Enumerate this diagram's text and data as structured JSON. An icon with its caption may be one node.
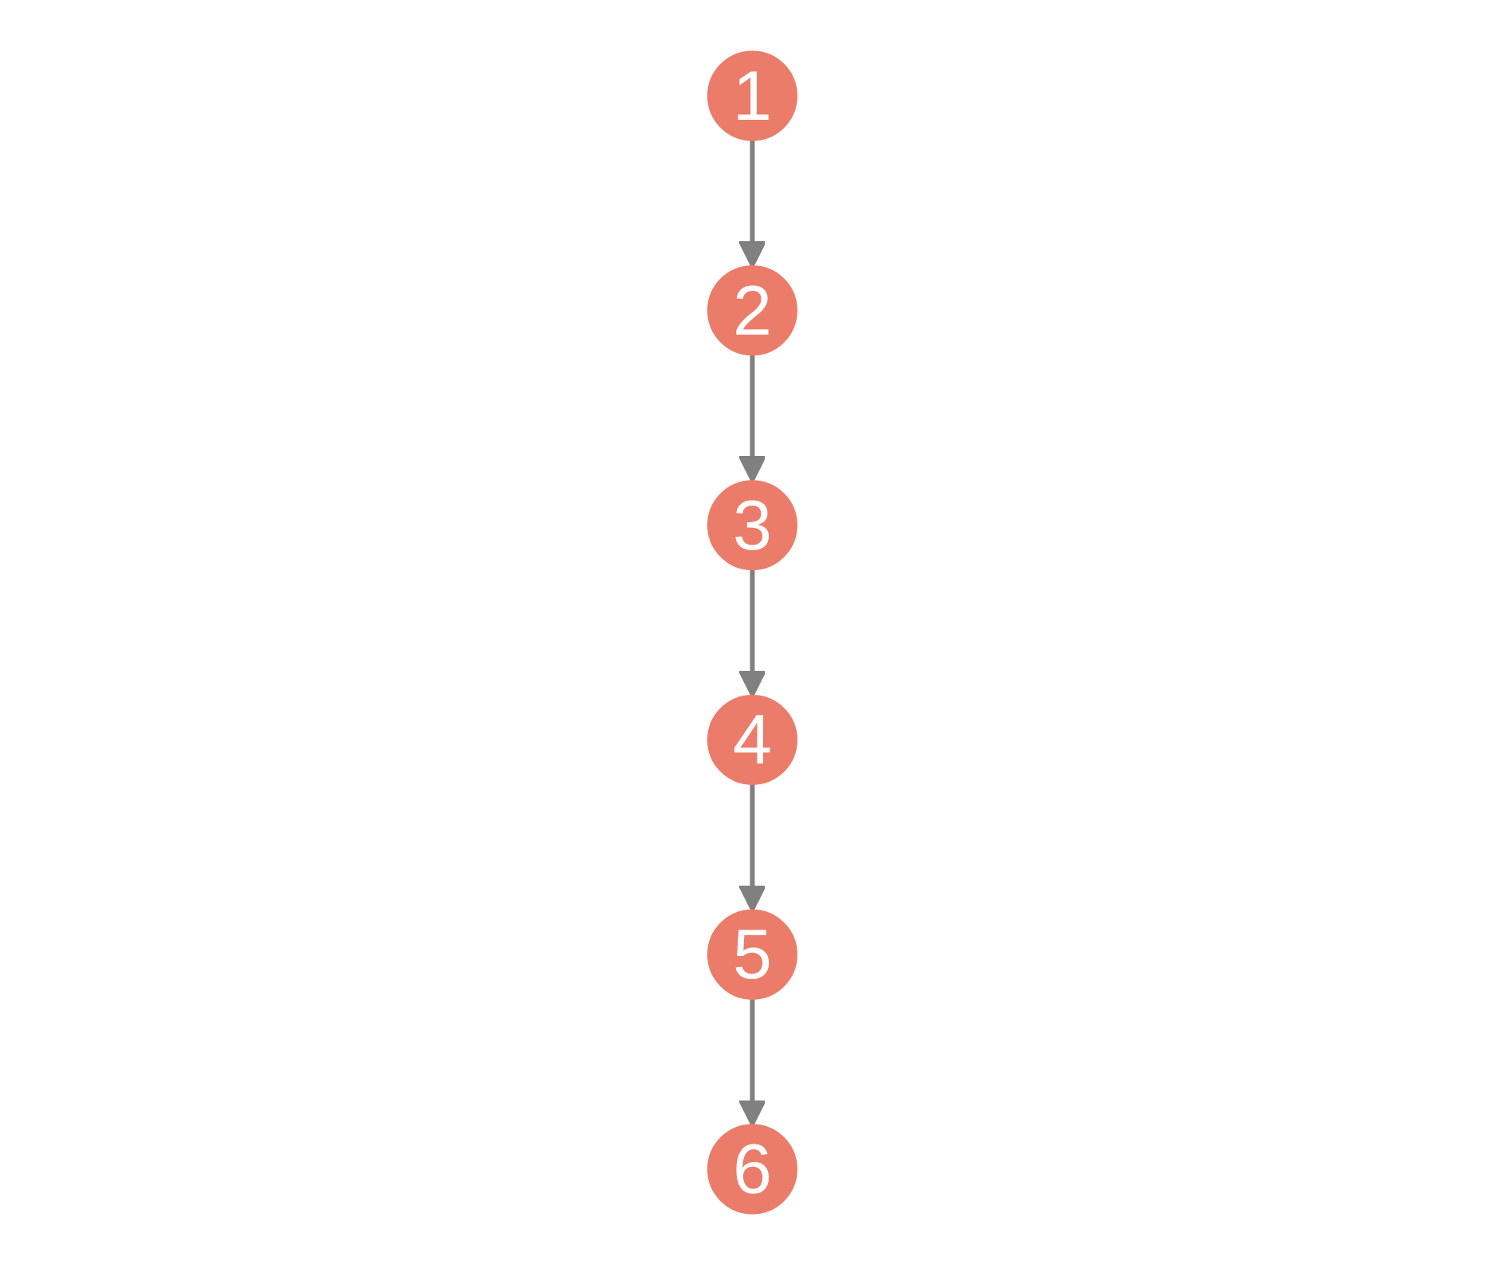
{
  "diagram": {
    "nodes": [
      {
        "text": [
          "1"
        ]
      },
      {
        "text": [
          "2"
        ]
      },
      {
        "text": [
          "3"
        ]
      },
      {
        "text": [
          "4"
        ]
      },
      {
        "text": [
          "5"
        ]
      },
      {
        "text": [
          "6"
        ]
      }
    ],
    "edges": [
      {
        "from": 0,
        "to": 1,
        "arrow": "to"
      },
      {
        "from": 1,
        "to": 2,
        "arrow": "to"
      },
      {
        "from": 2,
        "to": 3,
        "arrow": "to"
      },
      {
        "from": 3,
        "to": 4,
        "arrow": "to"
      },
      {
        "from": 4,
        "to": 5,
        "arrow": "to"
      }
    ]
  }
}
